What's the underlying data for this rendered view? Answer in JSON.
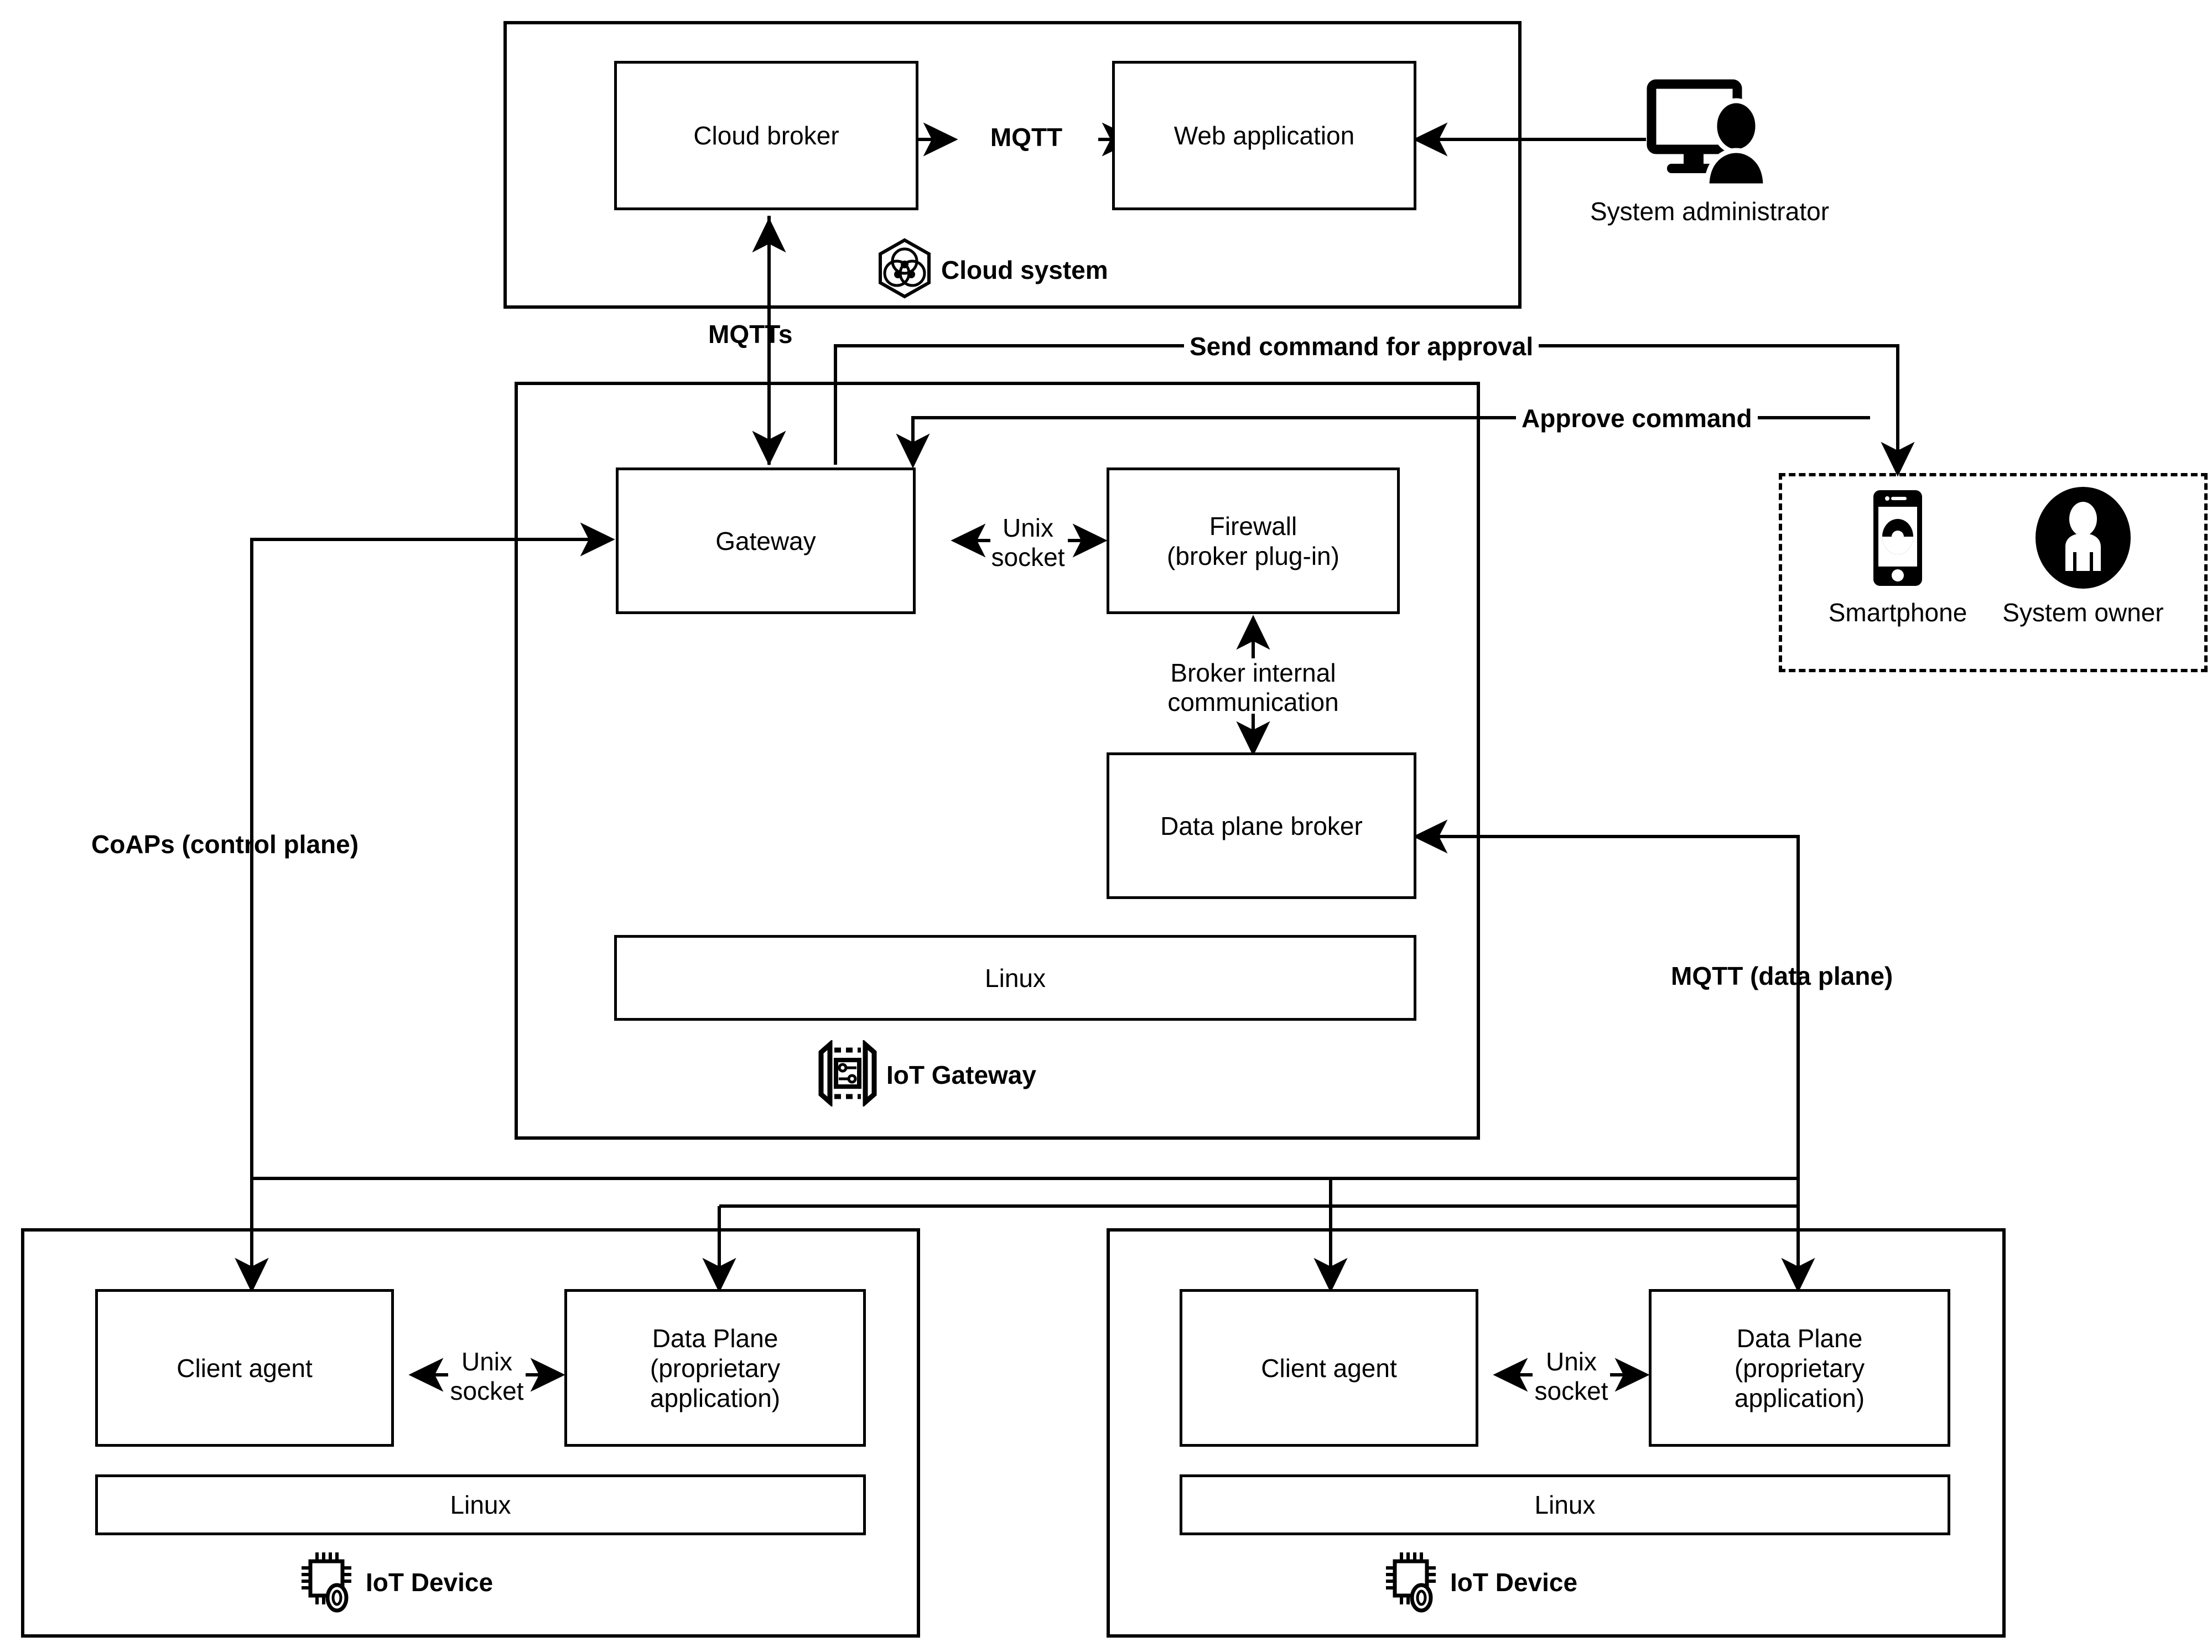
{
  "diagram": {
    "title": "IoT gateway security architecture",
    "type": "architecture-block-diagram",
    "stroke_color": "#000000",
    "background_color": "#ffffff"
  },
  "cloud_system": {
    "label": "Cloud system",
    "icon": "cloud-system-hexagon-icon",
    "boxes": [
      {
        "id": "cloud-broker",
        "label": "Cloud broker"
      },
      {
        "id": "web-application",
        "label": "Web application"
      }
    ],
    "internal_link_label": "MQTT"
  },
  "iot_gateway": {
    "label": "IoT Gateway",
    "icon": "iot-gateway-icon",
    "boxes": [
      {
        "id": "gateway",
        "label": "Gateway"
      },
      {
        "id": "firewall",
        "label": "Firewall\n(broker plug-in)"
      },
      {
        "id": "data-plane-broker",
        "label": "Data plane broker"
      },
      {
        "id": "linux",
        "label": "Linux"
      }
    ],
    "links": [
      {
        "id": "unix-socket",
        "label": "Unix\nsocket"
      },
      {
        "id": "broker-internal",
        "label": "Broker internal\ncommunication"
      }
    ]
  },
  "iot_devices": [
    {
      "id": "iot-device-left",
      "label": "IoT Device",
      "icon": "iot-device-chip-icon",
      "boxes": [
        {
          "id": "client-agent",
          "label": "Client agent"
        },
        {
          "id": "data-plane",
          "label": "Data Plane\n(proprietary\napplication)"
        },
        {
          "id": "linux",
          "label": "Linux"
        }
      ],
      "link_label": "Unix\nsocket"
    },
    {
      "id": "iot-device-right",
      "label": "IoT Device",
      "icon": "iot-device-chip-icon",
      "boxes": [
        {
          "id": "client-agent",
          "label": "Client agent"
        },
        {
          "id": "data-plane",
          "label": "Data Plane\n(proprietary\napplication)"
        },
        {
          "id": "linux",
          "label": "Linux"
        }
      ],
      "link_label": "Unix\nsocket"
    }
  ],
  "actors": {
    "system_administrator": {
      "label": "System administrator",
      "icon": "monitor-user-icon"
    },
    "smartphone": {
      "label": "Smartphone",
      "icon": "smartphone-icon"
    },
    "system_owner": {
      "label": "System owner",
      "icon": "person-circle-icon"
    }
  },
  "flow_labels": {
    "mqtts": "MQTTs",
    "send_command": "Send command for approval",
    "approve_command": "Approve command",
    "coaps": "CoAPs (control plane)",
    "mqtt_data_plane": "MQTT (data plane)"
  }
}
